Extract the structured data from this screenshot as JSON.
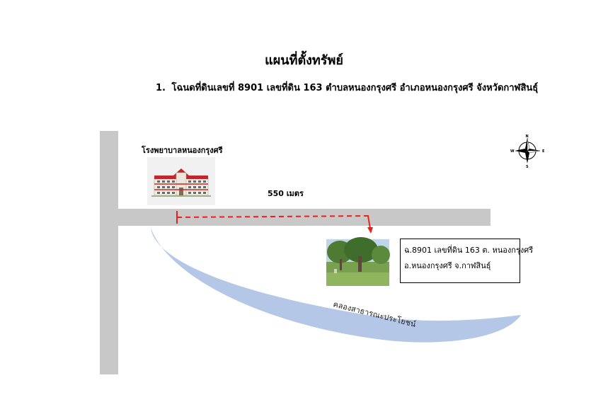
{
  "title": "แผนที่ตั้งทรัพย์",
  "subtitle": {
    "number": "1.",
    "text": "โฉนดที่ดินเลขที่ 8901 เลขที่ดิน 163 ตำบลหนองกรุงศรี อำเภอหนองกรุงศรี จังหวัดกาฬสินธุ์"
  },
  "landmarks": {
    "hospital_label": "โรงพยาบาลหนองกรุงศรี",
    "canal_label": "คลองสาธารณะประโยชน์",
    "distance_label": "550 เมตร"
  },
  "info_box": {
    "line1": "ฉ.8901 เลขที่ดิน 163 ต. หนองกรุงศรี",
    "line2": "อ.หนองกรุงศรี จ.กาฬสินธุ์"
  },
  "compass": {
    "n": "N",
    "s": "S",
    "e": "E",
    "w": "W"
  },
  "colors": {
    "road": "#c8c8c8",
    "canal": "#b4c7e7",
    "route": "#e8211d",
    "hospital_roof": "#c0282d"
  }
}
